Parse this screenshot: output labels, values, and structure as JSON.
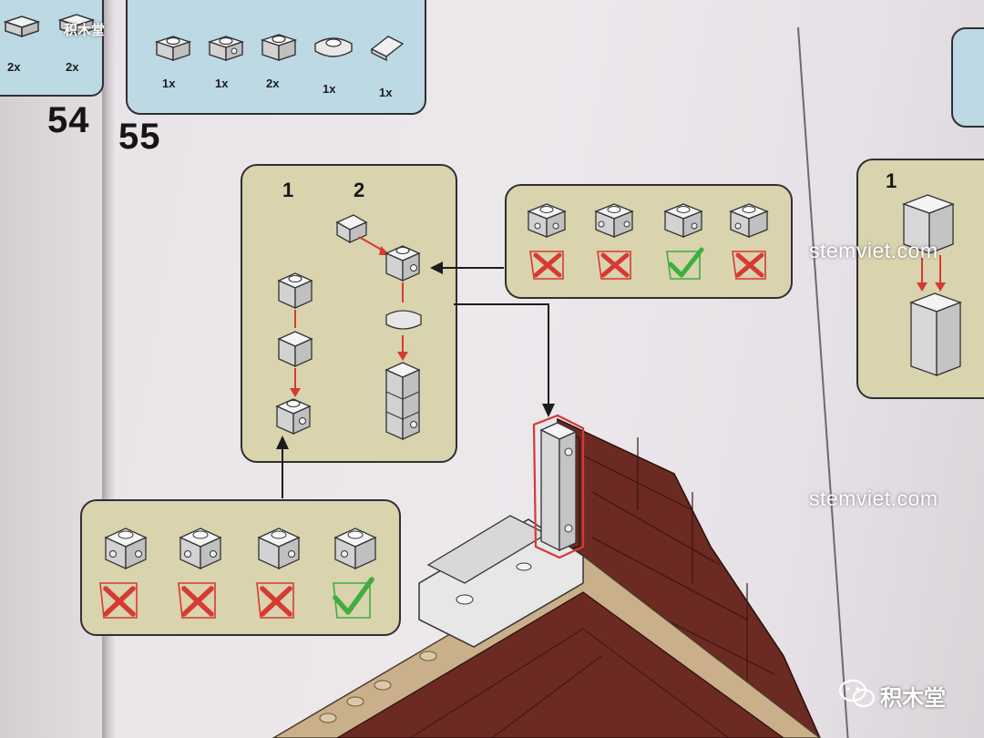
{
  "left_page": {
    "quantities": [
      "2x",
      "2x"
    ],
    "step_number": "54"
  },
  "parts_callout": {
    "quantities": [
      "1x",
      "1x",
      "2x",
      "1x",
      "1x"
    ]
  },
  "step": {
    "number": "55",
    "substep_labels": [
      "1",
      "2"
    ]
  },
  "right_page": {
    "substep_label": "1"
  },
  "watermarks": {
    "site_top": "stemviet.com",
    "site_bottom": "stemviet.com",
    "brand_cn": "积木堂",
    "logo_cn": "积木堂"
  },
  "colors": {
    "callout_blue": "#bcd9e4",
    "callout_cream": "#d9d3ae",
    "arrow_red": "#d63a33",
    "check_green": "#3fae3f",
    "roof_brown": "#6b2a22",
    "wall_tan": "#c9b08a"
  }
}
